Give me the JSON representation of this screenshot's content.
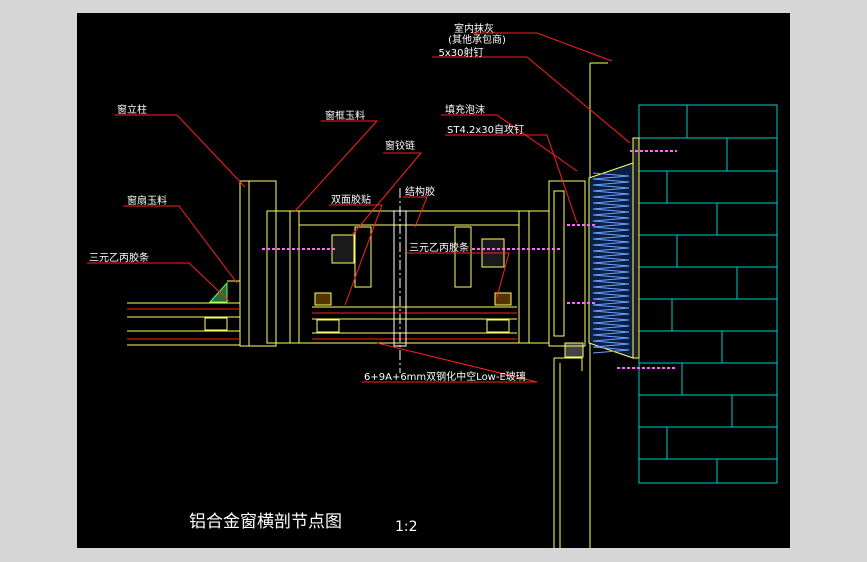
{
  "drawing": {
    "title": "铝合金窗横剖节点图",
    "scale": "1:2",
    "labels": {
      "interior_plaster_1": "室内抹灰",
      "interior_plaster_2": "(其他承包商)",
      "nail": "5x30射钉",
      "window_post": "窗立柱",
      "frame_profile": "窗框玉料",
      "foam_fill": "填充泡沫",
      "screw": "ST4.2x30自攻钉",
      "hinge": "窗铰链",
      "sash_profile": "窗扇玉料",
      "double_tape": "双面胶贴",
      "structural_glue": "结构胶",
      "epdm_left": "三元乙丙胶条",
      "epdm_mid": "三元乙丙胶条",
      "glass": "6+9A+6mm双钢化中空Low-E玻璃"
    }
  },
  "colors": {
    "background": "#000000",
    "outline": "#ffff66",
    "leader": "#ff2020",
    "label": "#ffffff",
    "wall_hatch": "#00cccc",
    "insulation": "#6fa0ff",
    "screw": "#ff66ff",
    "title": "#ffffff"
  }
}
